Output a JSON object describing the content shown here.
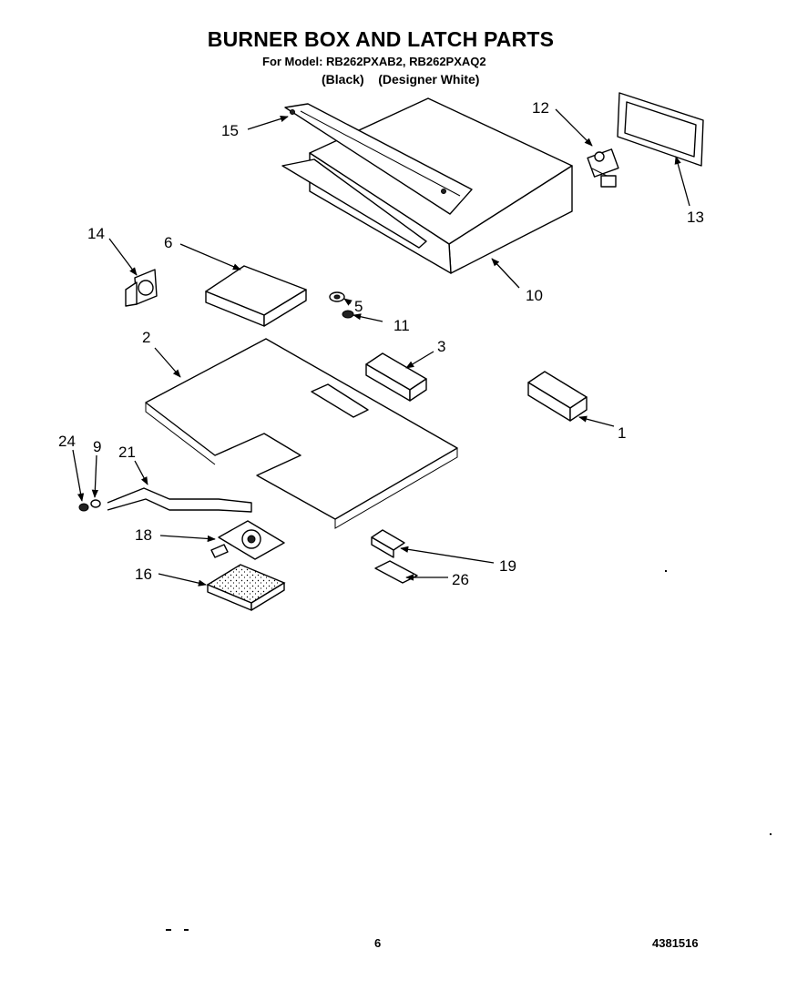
{
  "header": {
    "title": "BURNER BOX AND LATCH PARTS",
    "model_line": "For Model: RB262PXAB2, RB262PXAQ2",
    "variants": "(Black)    (Designer White)"
  },
  "callouts": {
    "c1": "1",
    "c2": "2",
    "c3": "3",
    "c5": "5",
    "c6": "6",
    "c9": "9",
    "c10": "10",
    "c11": "11",
    "c12": "12",
    "c13": "13",
    "c14": "14",
    "c15": "15",
    "c16": "16",
    "c18": "18",
    "c19": "19",
    "c21": "21",
    "c24": "24",
    "c26": "26"
  },
  "footer": {
    "page_number": "6",
    "document_code": "4381516"
  }
}
